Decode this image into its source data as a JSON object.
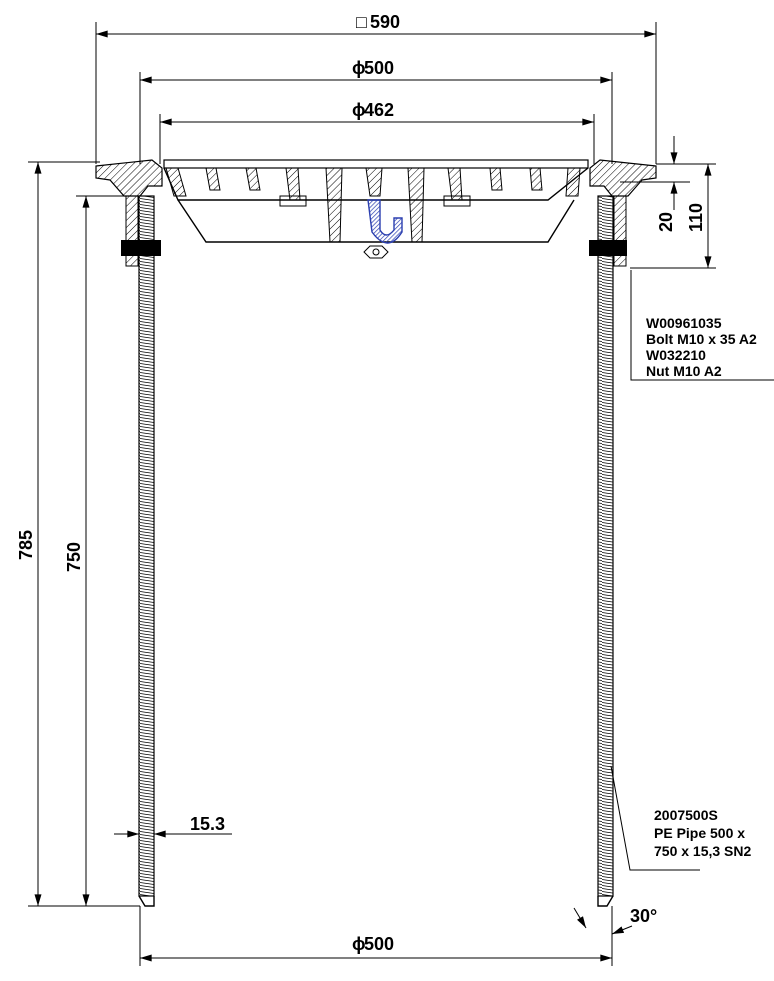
{
  "drawing": {
    "dimensions": {
      "top_square": "590",
      "top_dia_outer": "500",
      "top_dia_inner": "462",
      "right_small": "20",
      "right_large": "110",
      "left_total": "785",
      "left_pipe": "750",
      "wall_thickness": "15.3",
      "bottom_dia": "500",
      "chamfer_angle": "30°"
    },
    "symbols": {
      "diameter": "ϕ",
      "square": "□"
    },
    "notes": {
      "bolt_part": "W00961035",
      "bolt_desc": "Bolt M10 x 35 A2",
      "nut_part": "W032210",
      "nut_desc": "Nut M10 A2",
      "pipe_part": "2007500S",
      "pipe_desc_1": "PE Pipe 500 x",
      "pipe_desc_2": "750 x 15,3 SN2"
    },
    "colors": {
      "line": "#000000",
      "hook": "#2b3fb0"
    }
  }
}
